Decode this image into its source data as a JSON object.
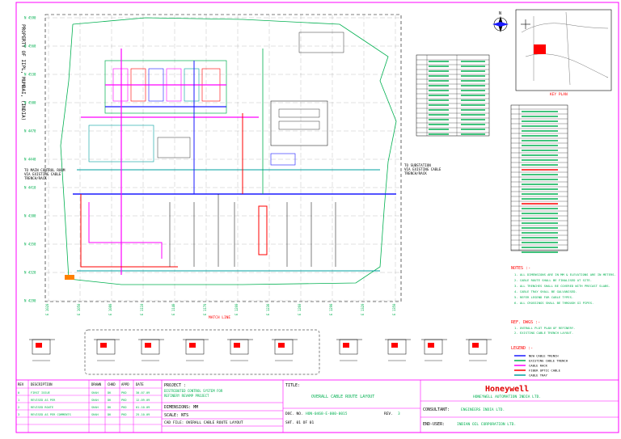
{
  "sheet": {
    "side_label": "PROPERTY OF IIPL, MUMBAI, (INDIA)",
    "key_plan_label": "KEY PLAN",
    "north_label": "N"
  },
  "drawing": {
    "grid_labels_left": [
      "N 4590",
      "N 4560",
      "N 4530",
      "N 4500",
      "N 4470",
      "N 4440",
      "N 4410",
      "N 4380",
      "N 4350",
      "N 4320",
      "N 4290"
    ],
    "grid_labels_bottom": [
      "E 1020",
      "E 1050",
      "E 1080",
      "E 1110",
      "E 1140",
      "E 1170",
      "E 1200",
      "E 1230",
      "E 1260",
      "E 1290",
      "E 1320",
      "E 1350"
    ],
    "left_note": "TO MAIN CONTROL ROOM\nVIA EXISTING CABLE\nTRENCH/RACK",
    "right_note": "TO SUBSTATION\nVIA EXISTING CABLE\nTRENCH/RACK",
    "bottom_marker": "MATCH LINE"
  },
  "notes": {
    "heading": "NOTES :-",
    "items": [
      "1. ALL DIMENSIONS ARE IN MM & ELEVATIONS ARE IN METERS.",
      "2. CABLE ROUTE SHALL BE FINALISED AT SITE.",
      "3. ALL TRENCHES SHALL BE COVERED WITH PRECAST SLABS.",
      "4. CABLE TRAY SHALL BE GALVANISED.",
      "5. REFER LEGEND FOR CABLE TYPES.",
      "6. ALL CROSSINGS SHALL BE THROUGH GI PIPES."
    ]
  },
  "ref_dwgs": {
    "heading": "REF. DWGS :-",
    "items": [
      "1. OVERALL PLOT PLAN OF REFINERY.",
      "2. EXISTING CABLE TRENCH LAYOUT."
    ]
  },
  "legend": {
    "heading": "LEGEND :-",
    "items": [
      {
        "label": "NEW CABLE TRENCH",
        "color": "#1a1aff"
      },
      {
        "label": "EXISTING CABLE TRENCH",
        "color": "#00b050"
      },
      {
        "label": "CABLE RACK",
        "color": "#ff00ff"
      },
      {
        "label": "FIBER OPTIC CABLE",
        "color": "#ff0000"
      },
      {
        "label": "CABLE TRAY",
        "color": "#00a0a0"
      }
    ]
  },
  "title_block": {
    "rev_headers": [
      "REV",
      "DESCRIPTION",
      "DRAWN",
      "CHKD",
      "APPD",
      "DATE"
    ],
    "revisions": [
      [
        "0",
        "FIRST ISSUE",
        "SHAH",
        "DK",
        "PKD",
        "30.07.09"
      ],
      [
        "1",
        "REVISED AS PER",
        "SHAH",
        "DK",
        "PKD",
        "12.09.09"
      ],
      [
        "2",
        "REVISED ROUTE",
        "SHAH",
        "DK",
        "PKD",
        "01.10.09"
      ],
      [
        "3",
        "REVISED AS PER COMMENTS",
        "SHAH",
        "DK",
        "PKD",
        "25.10.09"
      ]
    ],
    "project_label": "PROJECT :",
    "project_text": "DISTRIBUTED CONTROL SYSTEM FOR\nREFINERY REVAMP PROJECT",
    "dimensions_label": "DIMENSIONS: MM",
    "scale_label": "SCALE: NTS",
    "cad_file_label": "CAD FILE: OVERALL CABLE ROUTE LAYOUT",
    "title_label": "TITLE:",
    "title_text": "OVERALL CABLE ROUTE LAYOUT",
    "doc_no_label": "DOC. NO.",
    "doc_no": "HON-0468-E-000-0015",
    "rev_label": "REV.",
    "rev_value": "3",
    "sheet_label": "SHT. 01 OF 01",
    "company": "Honeywell",
    "company_sub": "HONEYWELL AUTOMATION INDIA LTD.",
    "consultant_label": "CONSULTANT:",
    "consultant_value": "ENGINEERS INDIA LTD.",
    "end_user_label": "END-USER:",
    "end_user_value": "INDIAN OIL CORPORATION LTD."
  },
  "colors": {
    "border": "#ff00ff",
    "green": "#00b050",
    "blue": "#1a1aff",
    "magenta": "#ff00ff",
    "red": "#ff0000",
    "cyan": "#00a0a0",
    "company": "#e00000"
  }
}
